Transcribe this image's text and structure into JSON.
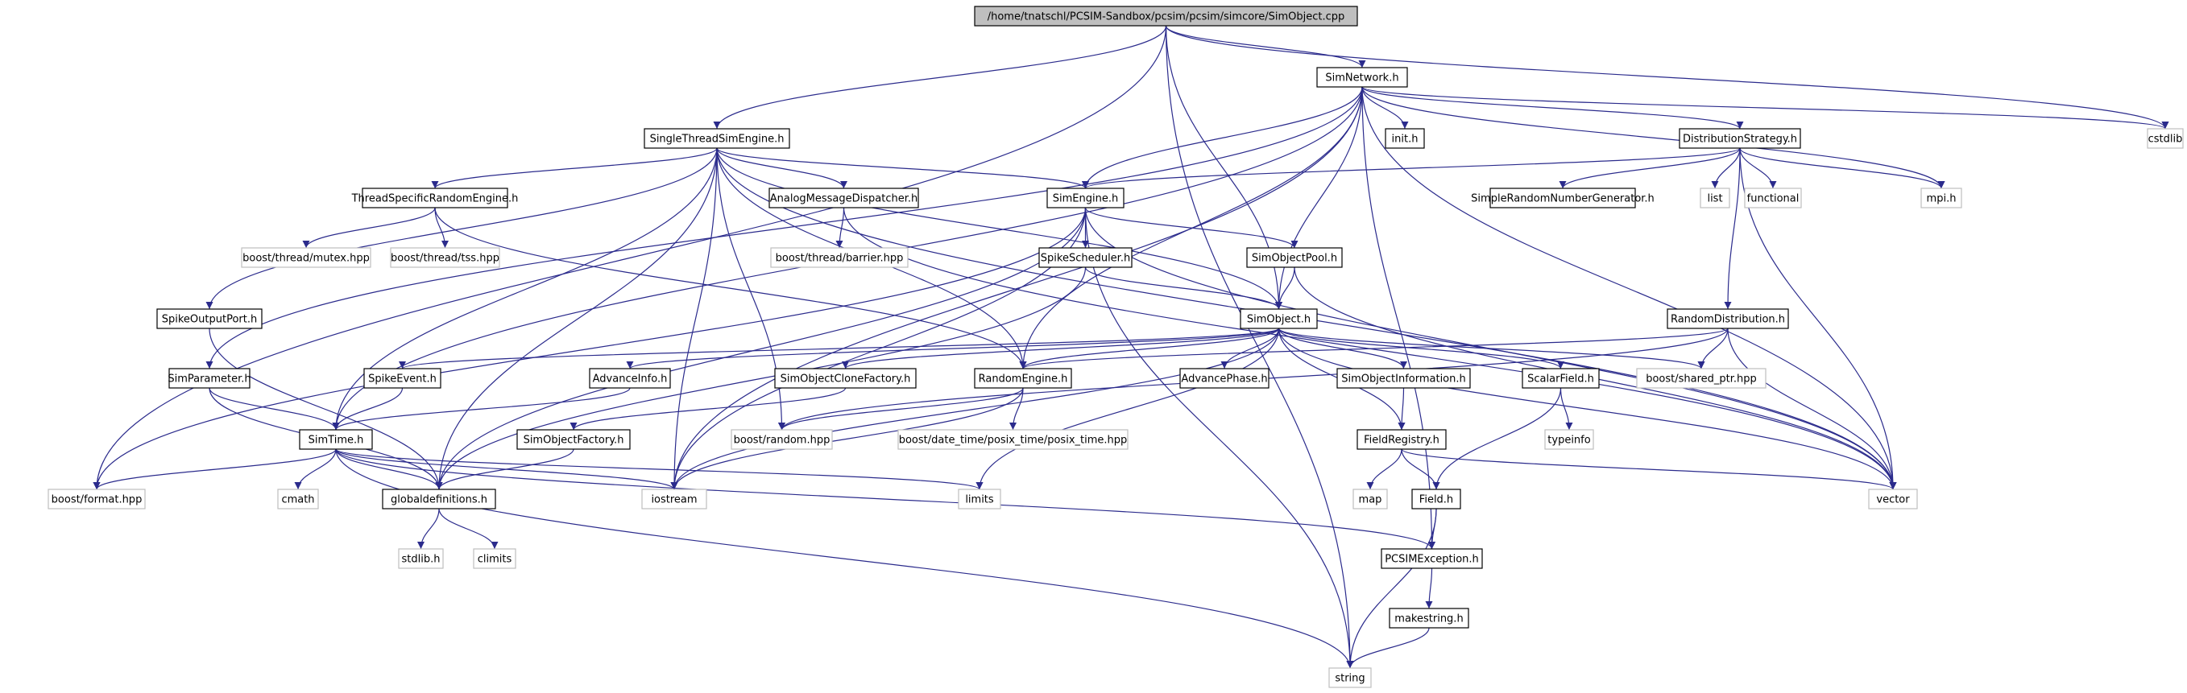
{
  "colors": {
    "edge": "#2b2b8c",
    "node_border_local": "#000000",
    "node_border_system": "#bfbfbf",
    "root_fill": "#bfbfbf",
    "node_fill": "#ffffff"
  },
  "nodes": [
    {
      "id": "root",
      "label": "/home/tnatschl/PCSIM-Sandbox/pcsim/pcsim/simcore/SimObject.cpp",
      "kind": "root"
    },
    {
      "id": "simnetwork",
      "label": "SimNetwork.h",
      "kind": "local"
    },
    {
      "id": "cstdlib",
      "label": "cstdlib",
      "kind": "system"
    },
    {
      "id": "singlethread",
      "label": "SingleThreadSimEngine.h",
      "kind": "local"
    },
    {
      "id": "init",
      "label": "init.h",
      "kind": "local"
    },
    {
      "id": "diststrategy",
      "label": "DistributionStrategy.h",
      "kind": "local"
    },
    {
      "id": "threadrandom",
      "label": "ThreadSpecificRandomEngine.h",
      "kind": "local"
    },
    {
      "id": "analogmsg",
      "label": "AnalogMessageDispatcher.h",
      "kind": "local"
    },
    {
      "id": "simengine",
      "label": "SimEngine.h",
      "kind": "local"
    },
    {
      "id": "simplerng",
      "label": "SimpleRandomNumberGenerator.h",
      "kind": "local"
    },
    {
      "id": "list",
      "label": "list",
      "kind": "system"
    },
    {
      "id": "functional",
      "label": "functional",
      "kind": "system"
    },
    {
      "id": "mpi",
      "label": "mpi.h",
      "kind": "system"
    },
    {
      "id": "mutex",
      "label": "boost/thread/mutex.hpp",
      "kind": "system"
    },
    {
      "id": "tss",
      "label": "boost/thread/tss.hpp",
      "kind": "system"
    },
    {
      "id": "barrier",
      "label": "boost/thread/barrier.hpp",
      "kind": "system"
    },
    {
      "id": "spikesched",
      "label": "SpikeScheduler.h",
      "kind": "local"
    },
    {
      "id": "simobjpool",
      "label": "SimObjectPool.h",
      "kind": "local"
    },
    {
      "id": "spikeoutport",
      "label": "SpikeOutputPort.h",
      "kind": "local"
    },
    {
      "id": "simobject",
      "label": "SimObject.h",
      "kind": "local"
    },
    {
      "id": "randdist",
      "label": "RandomDistribution.h",
      "kind": "local"
    },
    {
      "id": "simparam",
      "label": "SimParameter.h",
      "kind": "local"
    },
    {
      "id": "spikeevent",
      "label": "SpikeEvent.h",
      "kind": "local"
    },
    {
      "id": "advanceinfo",
      "label": "AdvanceInfo.h",
      "kind": "local"
    },
    {
      "id": "simobjclone",
      "label": "SimObjectCloneFactory.h",
      "kind": "local"
    },
    {
      "id": "randomengine",
      "label": "RandomEngine.h",
      "kind": "local"
    },
    {
      "id": "advancephase",
      "label": "AdvancePhase.h",
      "kind": "local"
    },
    {
      "id": "simobjinfo",
      "label": "SimObjectInformation.h",
      "kind": "local"
    },
    {
      "id": "scalarfield",
      "label": "ScalarField.h",
      "kind": "local"
    },
    {
      "id": "sharedptr",
      "label": "boost/shared_ptr.hpp",
      "kind": "system"
    },
    {
      "id": "simtime",
      "label": "SimTime.h",
      "kind": "local"
    },
    {
      "id": "simobjfactory",
      "label": "SimObjectFactory.h",
      "kind": "local"
    },
    {
      "id": "boostrandom",
      "label": "boost/random.hpp",
      "kind": "system"
    },
    {
      "id": "posixtime",
      "label": "boost/date_time/posix_time/posix_time.hpp",
      "kind": "system"
    },
    {
      "id": "fieldreg",
      "label": "FieldRegistry.h",
      "kind": "local"
    },
    {
      "id": "typeinfo",
      "label": "typeinfo",
      "kind": "system"
    },
    {
      "id": "bformat",
      "label": "boost/format.hpp",
      "kind": "system"
    },
    {
      "id": "cmath",
      "label": "cmath",
      "kind": "system"
    },
    {
      "id": "globaldefs",
      "label": "globaldefinitions.h",
      "kind": "local"
    },
    {
      "id": "iostream",
      "label": "iostream",
      "kind": "system"
    },
    {
      "id": "limits",
      "label": "limits",
      "kind": "system"
    },
    {
      "id": "map",
      "label": "map",
      "kind": "system"
    },
    {
      "id": "field",
      "label": "Field.h",
      "kind": "local"
    },
    {
      "id": "vector",
      "label": "vector",
      "kind": "system"
    },
    {
      "id": "stdlib",
      "label": "stdlib.h",
      "kind": "system"
    },
    {
      "id": "climits",
      "label": "climits",
      "kind": "system"
    },
    {
      "id": "pcsimexc",
      "label": "PCSIMException.h",
      "kind": "local"
    },
    {
      "id": "makestring",
      "label": "makestring.h",
      "kind": "local"
    },
    {
      "id": "string",
      "label": "string",
      "kind": "system"
    }
  ],
  "edges": [
    [
      "root",
      "simnetwork"
    ],
    [
      "root",
      "singlethread"
    ],
    [
      "root",
      "simobject"
    ],
    [
      "root",
      "cstdlib"
    ],
    [
      "root",
      "bformat"
    ],
    [
      "root",
      "string"
    ],
    [
      "simnetwork",
      "init"
    ],
    [
      "simnetwork",
      "diststrategy"
    ],
    [
      "simnetwork",
      "simengine"
    ],
    [
      "simnetwork",
      "simobject"
    ],
    [
      "simnetwork",
      "randomengine"
    ],
    [
      "simnetwork",
      "mpi"
    ],
    [
      "simnetwork",
      "vector"
    ],
    [
      "simnetwork",
      "cstdlib"
    ],
    [
      "simnetwork",
      "pcsimexc"
    ],
    [
      "simnetwork",
      "simparam"
    ],
    [
      "simnetwork",
      "simtime"
    ],
    [
      "simnetwork",
      "iostream"
    ],
    [
      "singlethread",
      "threadrandom"
    ],
    [
      "singlethread",
      "analogmsg"
    ],
    [
      "singlethread",
      "simengine"
    ],
    [
      "singlethread",
      "spikeoutport"
    ],
    [
      "singlethread",
      "simobject"
    ],
    [
      "singlethread",
      "simtime"
    ],
    [
      "singlethread",
      "iostream"
    ],
    [
      "singlethread",
      "boostrandom"
    ],
    [
      "singlethread",
      "globaldefs"
    ],
    [
      "singlethread",
      "vector"
    ],
    [
      "singlethread",
      "randomengine"
    ],
    [
      "threadrandom",
      "mutex"
    ],
    [
      "threadrandom",
      "tss"
    ],
    [
      "threadrandom",
      "randomengine"
    ],
    [
      "analogmsg",
      "barrier"
    ],
    [
      "analogmsg",
      "vector"
    ],
    [
      "simengine",
      "spikesched"
    ],
    [
      "simengine",
      "simobjpool"
    ],
    [
      "simengine",
      "iostream"
    ],
    [
      "simengine",
      "bformat"
    ],
    [
      "simengine",
      "globaldefs"
    ],
    [
      "simengine",
      "string"
    ],
    [
      "simengine",
      "vector"
    ],
    [
      "diststrategy",
      "simplerng"
    ],
    [
      "diststrategy",
      "list"
    ],
    [
      "diststrategy",
      "functional"
    ],
    [
      "diststrategy",
      "mpi"
    ],
    [
      "diststrategy",
      "randdist"
    ],
    [
      "diststrategy",
      "vector"
    ],
    [
      "diststrategy",
      "simengine"
    ],
    [
      "spikesched",
      "simobject"
    ],
    [
      "spikesched",
      "globaldefs"
    ],
    [
      "simobjpool",
      "simobject"
    ],
    [
      "simobjpool",
      "vector"
    ],
    [
      "spikeoutport",
      "globaldefs"
    ],
    [
      "simobject",
      "spikeevent"
    ],
    [
      "simobject",
      "advanceinfo"
    ],
    [
      "simobject",
      "simobjclone"
    ],
    [
      "simobject",
      "randomengine"
    ],
    [
      "simobject",
      "advancephase"
    ],
    [
      "simobject",
      "simobjinfo"
    ],
    [
      "simobject",
      "scalarfield"
    ],
    [
      "simobject",
      "sharedptr"
    ],
    [
      "simobject",
      "fieldreg"
    ],
    [
      "simobject",
      "iostream"
    ],
    [
      "simobject",
      "limits"
    ],
    [
      "simobject",
      "vector"
    ],
    [
      "randdist",
      "randomengine"
    ],
    [
      "randdist",
      "sharedptr"
    ],
    [
      "randdist",
      "vector"
    ],
    [
      "randdist",
      "boostrandom"
    ],
    [
      "simparam",
      "simtime"
    ],
    [
      "simparam",
      "globaldefs"
    ],
    [
      "spikeevent",
      "simtime"
    ],
    [
      "advanceinfo",
      "simtime"
    ],
    [
      "simobjclone",
      "simobjfactory"
    ],
    [
      "simobjfactory",
      "globaldefs"
    ],
    [
      "randomengine",
      "boostrandom"
    ],
    [
      "randomengine",
      "posixtime"
    ],
    [
      "randomengine",
      "iostream"
    ],
    [
      "simobjinfo",
      "fieldreg"
    ],
    [
      "scalarfield",
      "typeinfo"
    ],
    [
      "scalarfield",
      "field"
    ],
    [
      "simtime",
      "bformat"
    ],
    [
      "simtime",
      "cmath"
    ],
    [
      "simtime",
      "globaldefs"
    ],
    [
      "simtime",
      "iostream"
    ],
    [
      "simtime",
      "limits"
    ],
    [
      "simtime",
      "pcsimexc"
    ],
    [
      "simtime",
      "string"
    ],
    [
      "fieldreg",
      "map"
    ],
    [
      "fieldreg",
      "field"
    ],
    [
      "fieldreg",
      "vector"
    ],
    [
      "field",
      "pcsimexc"
    ],
    [
      "field",
      "string"
    ],
    [
      "globaldefs",
      "stdlib"
    ],
    [
      "globaldefs",
      "climits"
    ],
    [
      "pcsimexc",
      "makestring"
    ],
    [
      "makestring",
      "string"
    ]
  ]
}
